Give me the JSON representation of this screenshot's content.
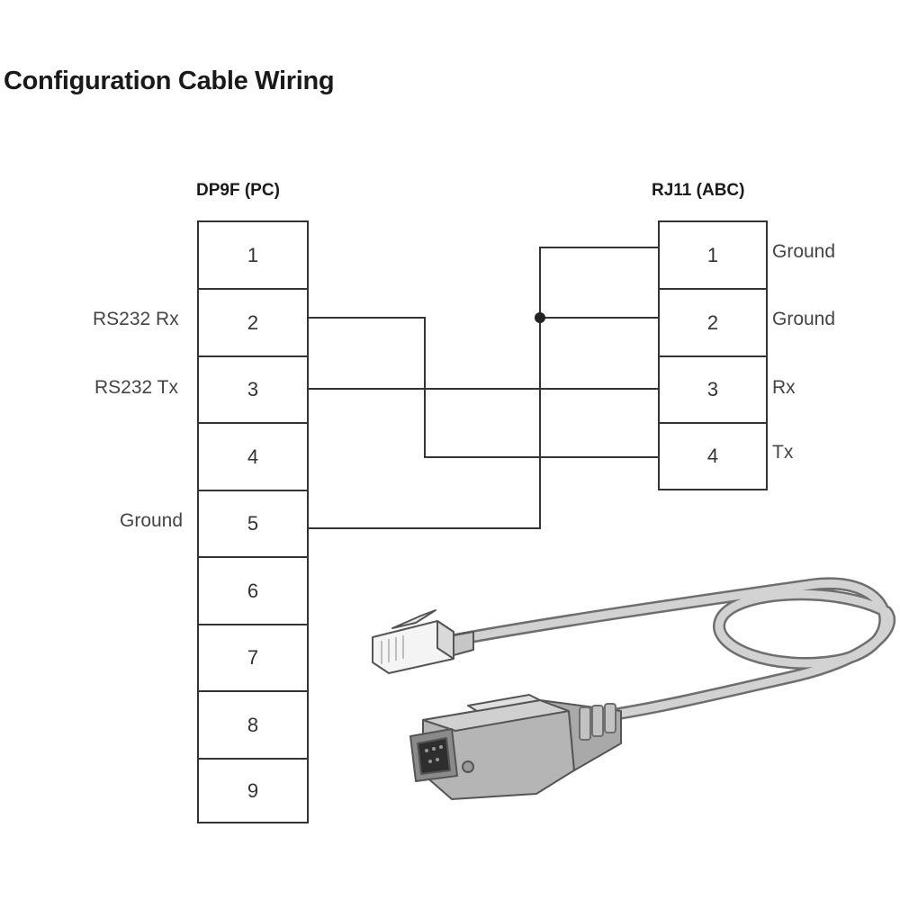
{
  "title": "Configuration Cable Wiring",
  "left_connector": {
    "header": "DP9F (PC)",
    "pins": [
      "1",
      "2",
      "3",
      "4",
      "5",
      "6",
      "7",
      "8",
      "9"
    ],
    "labels": {
      "rx": "RS232 Rx",
      "tx": "RS232 Tx",
      "ground": "Ground"
    }
  },
  "right_connector": {
    "header": "RJ11 (ABC)",
    "pins": [
      "1",
      "2",
      "3",
      "4"
    ],
    "labels": {
      "p1": "Ground",
      "p2": "Ground",
      "p3": "Rx",
      "p4": "Tx"
    }
  },
  "colors": {
    "line": "#333333",
    "cable": "#c9c9c9",
    "cable_outline": "#6e6e6e",
    "connector": "#b8b8b8"
  },
  "illustration": {
    "icon": "rj11-to-db9-cable-icon"
  }
}
